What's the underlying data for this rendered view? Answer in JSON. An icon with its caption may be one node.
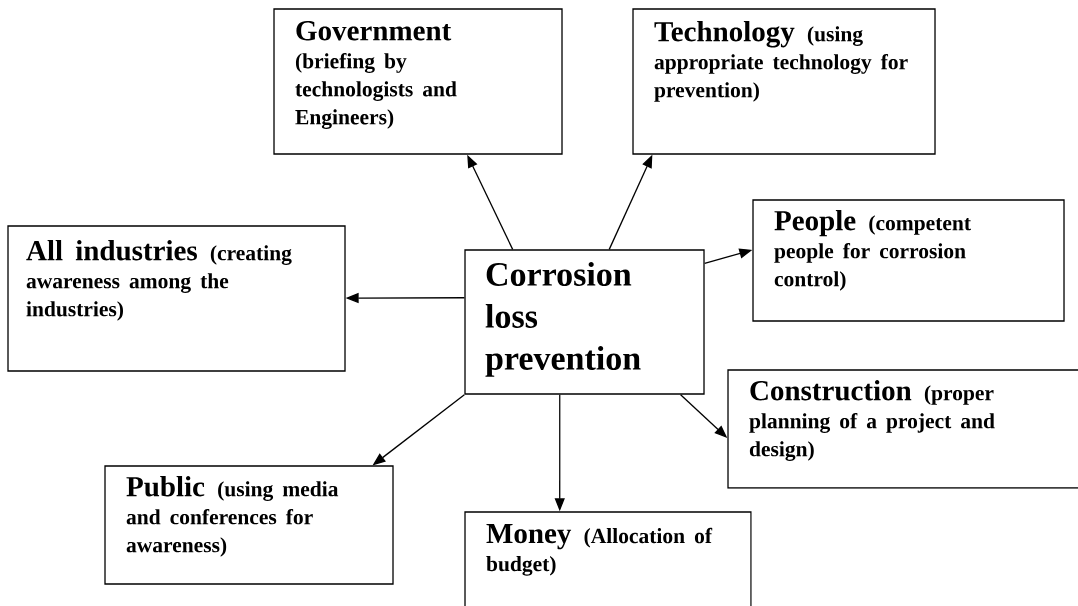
{
  "diagram": {
    "nodes": [
      {
        "text": [
          "Government",
          "(briefing by technologists and Engineers)"
        ]
      },
      {
        "text": [
          "Technology",
          "(using appropriate technology for prevention)"
        ]
      },
      {
        "text": [
          "All industries",
          "(creating awareness among the industries)"
        ]
      },
      {
        "text": [
          "Corrosion loss prevention"
        ]
      },
      {
        "text": [
          "People",
          "(competent people for corrosion control)"
        ]
      },
      {
        "text": [
          "Construction",
          "(proper planning of a project and design)"
        ]
      },
      {
        "text": [
          "Public",
          "(using media and conferences for awareness)"
        ]
      },
      {
        "text": [
          "Money",
          "(Allocation of budget)"
        ]
      }
    ],
    "edges": [
      {
        "from": 3,
        "to": 0,
        "arrow": "to"
      },
      {
        "from": 3,
        "to": 1,
        "arrow": "to"
      },
      {
        "from": 3,
        "to": 2,
        "arrow": "to"
      },
      {
        "from": 3,
        "to": 4,
        "arrow": "to"
      },
      {
        "from": 3,
        "to": 5,
        "arrow": "to"
      },
      {
        "from": 3,
        "to": 6,
        "arrow": "to"
      },
      {
        "from": 3,
        "to": 7,
        "arrow": "to"
      }
    ]
  }
}
